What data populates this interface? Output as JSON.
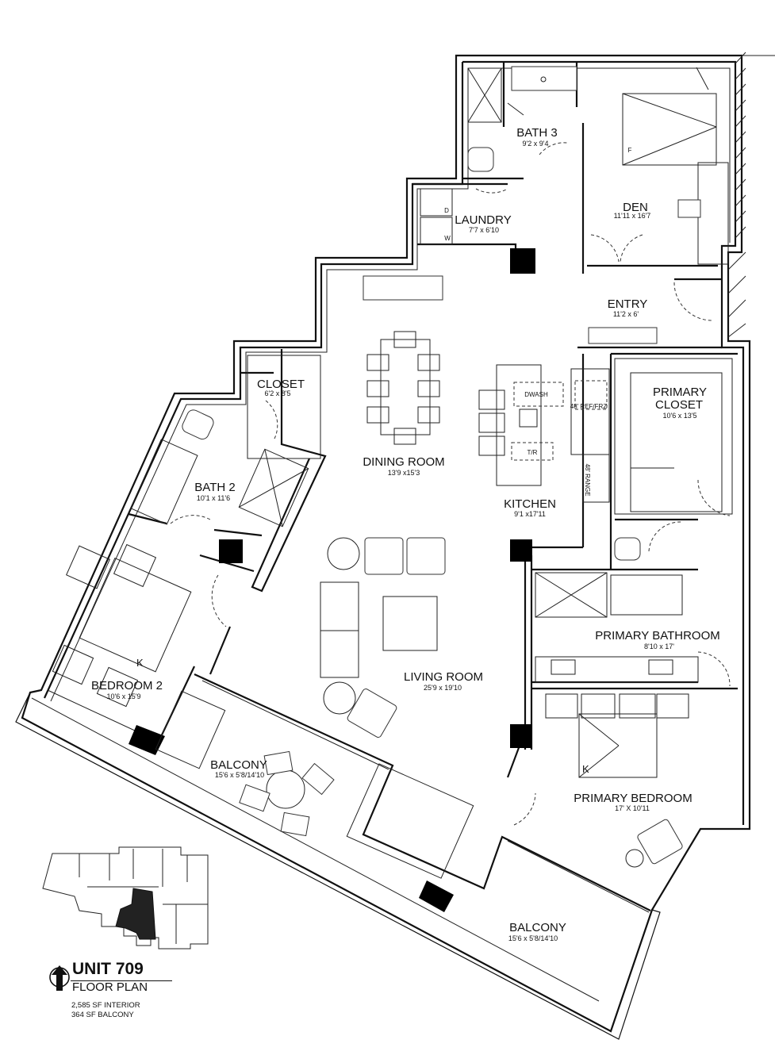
{
  "rooms": {
    "bath3": {
      "name": "BATH 3",
      "dims": "9'2 x 9'4"
    },
    "den": {
      "name": "DEN",
      "dims": "11'11 x 16'7"
    },
    "laundry": {
      "name": "LAUNDRY",
      "dims": "7'7 x 6'10"
    },
    "entry": {
      "name": "ENTRY",
      "dims": "11'2 x 6'"
    },
    "closet": {
      "name": "CLOSET",
      "dims": "6'2 x 8'5"
    },
    "dining": {
      "name": "DINING ROOM",
      "dims": "13'9 x15'3"
    },
    "primary_closet": {
      "name_line1": "PRIMARY",
      "name_line2": "CLOSET",
      "dims": "10'6 x 13'5"
    },
    "bath2": {
      "name": "BATH 2",
      "dims": "10'1 x 11'6"
    },
    "kitchen": {
      "name": "KITCHEN",
      "dims": "9'1 x17'11"
    },
    "primary_bath": {
      "name": "PRIMARY BATHROOM",
      "dims": "8'10 x 17'"
    },
    "living": {
      "name": "LIVING ROOM",
      "dims": "25'9 x 19'10"
    },
    "bedroom2": {
      "name": "BEDROOM 2",
      "dims": "10'6 x 15'9"
    },
    "balcony1": {
      "name": "BALCONY",
      "dims": "15'6 x 5'8/14'10"
    },
    "primary_bed": {
      "name": "PRIMARY BEDROOM",
      "dims": "17' X 10'11"
    },
    "balcony2": {
      "name": "BALCONY",
      "dims": "15'6 x 5'8/14'10"
    }
  },
  "appliances": {
    "dryer": "D",
    "washer": "W",
    "fireplace": "F",
    "dishwasher": "DWASH",
    "refrigerator": "48' REF/FRZ",
    "range": "48' RANGE",
    "trash": "T/R",
    "bed_k_1": "K",
    "bed_k_2": "K"
  },
  "legend": {
    "unit": "UNIT 709",
    "subtitle": "FLOOR PLAN",
    "interior": "2,585 SF INTERIOR",
    "balcony": "364 SF BALCONY"
  },
  "icons": [
    "north-arrow-icon"
  ],
  "colors": {
    "ink": "#111111",
    "column": "#000000",
    "key_fill": "#222222"
  }
}
